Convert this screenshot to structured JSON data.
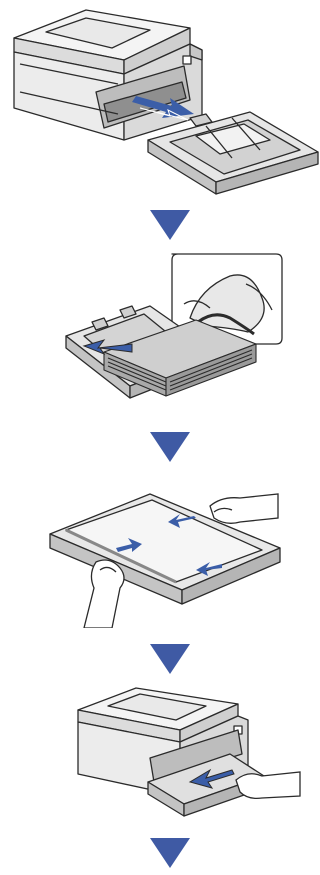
{
  "diagram": {
    "steps": [
      {
        "id": "pull-out-tray"
      },
      {
        "id": "load-fanned-paper"
      },
      {
        "id": "adjust-paper-guides"
      },
      {
        "id": "push-tray-back"
      }
    ],
    "connector_count": 4,
    "colors": {
      "arrow_blue": "#3b5ea8",
      "triangle_blue": "#3f5aa4",
      "outline": "#2b2b2b",
      "body_light": "#f4f4f4",
      "body_mid": "#d9d9d9",
      "body_dark": "#b5b5b5",
      "paper_gray": "#c9c9c9"
    }
  }
}
